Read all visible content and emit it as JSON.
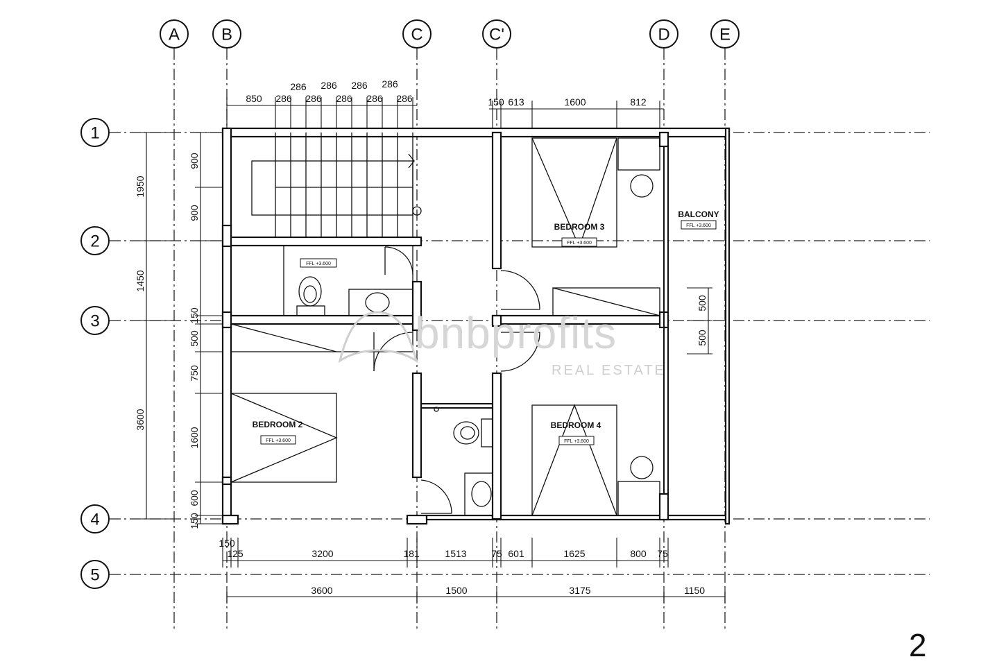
{
  "grid": {
    "columns": [
      "A",
      "B",
      "C",
      "C'",
      "D",
      "E"
    ],
    "rows": [
      "1",
      "2",
      "3",
      "4",
      "5"
    ]
  },
  "rooms": {
    "bedroom2": {
      "name": "BEDROOM 2",
      "level": "FFL +3.600"
    },
    "bedroom3": {
      "name": "BEDROOM 3",
      "level": "FFL +3.600"
    },
    "bedroom4": {
      "name": "BEDROOM 4",
      "level": "FFL +3.600"
    },
    "balcony": {
      "name": "BALCONY",
      "level": "FFL +3.600"
    },
    "bathroom": {
      "level": "FFL +3.600"
    }
  },
  "dimensions": {
    "top_left": [
      "850",
      "286",
      "286",
      "286",
      "286",
      "286"
    ],
    "top_left_upper": [
      "286",
      "286",
      "286",
      "286"
    ],
    "top_right": [
      "150",
      "613",
      "1600",
      "812"
    ],
    "left_outer": [
      "1950",
      "1450",
      "3600"
    ],
    "left_inner": [
      "900",
      "900",
      "150",
      "500",
      "750",
      "1600",
      "600",
      "150"
    ],
    "right_inner": [
      "500",
      "500"
    ],
    "bottom_row1": [
      "150",
      "125",
      "3200",
      "181",
      "1513",
      "75",
      "601",
      "1625",
      "800",
      "75"
    ],
    "bottom_row2": [
      "3600",
      "1500",
      "3175",
      "1150"
    ]
  },
  "watermark": {
    "brand": "bnbprofits",
    "sub": "REAL ESTATE"
  },
  "page_number": "2"
}
